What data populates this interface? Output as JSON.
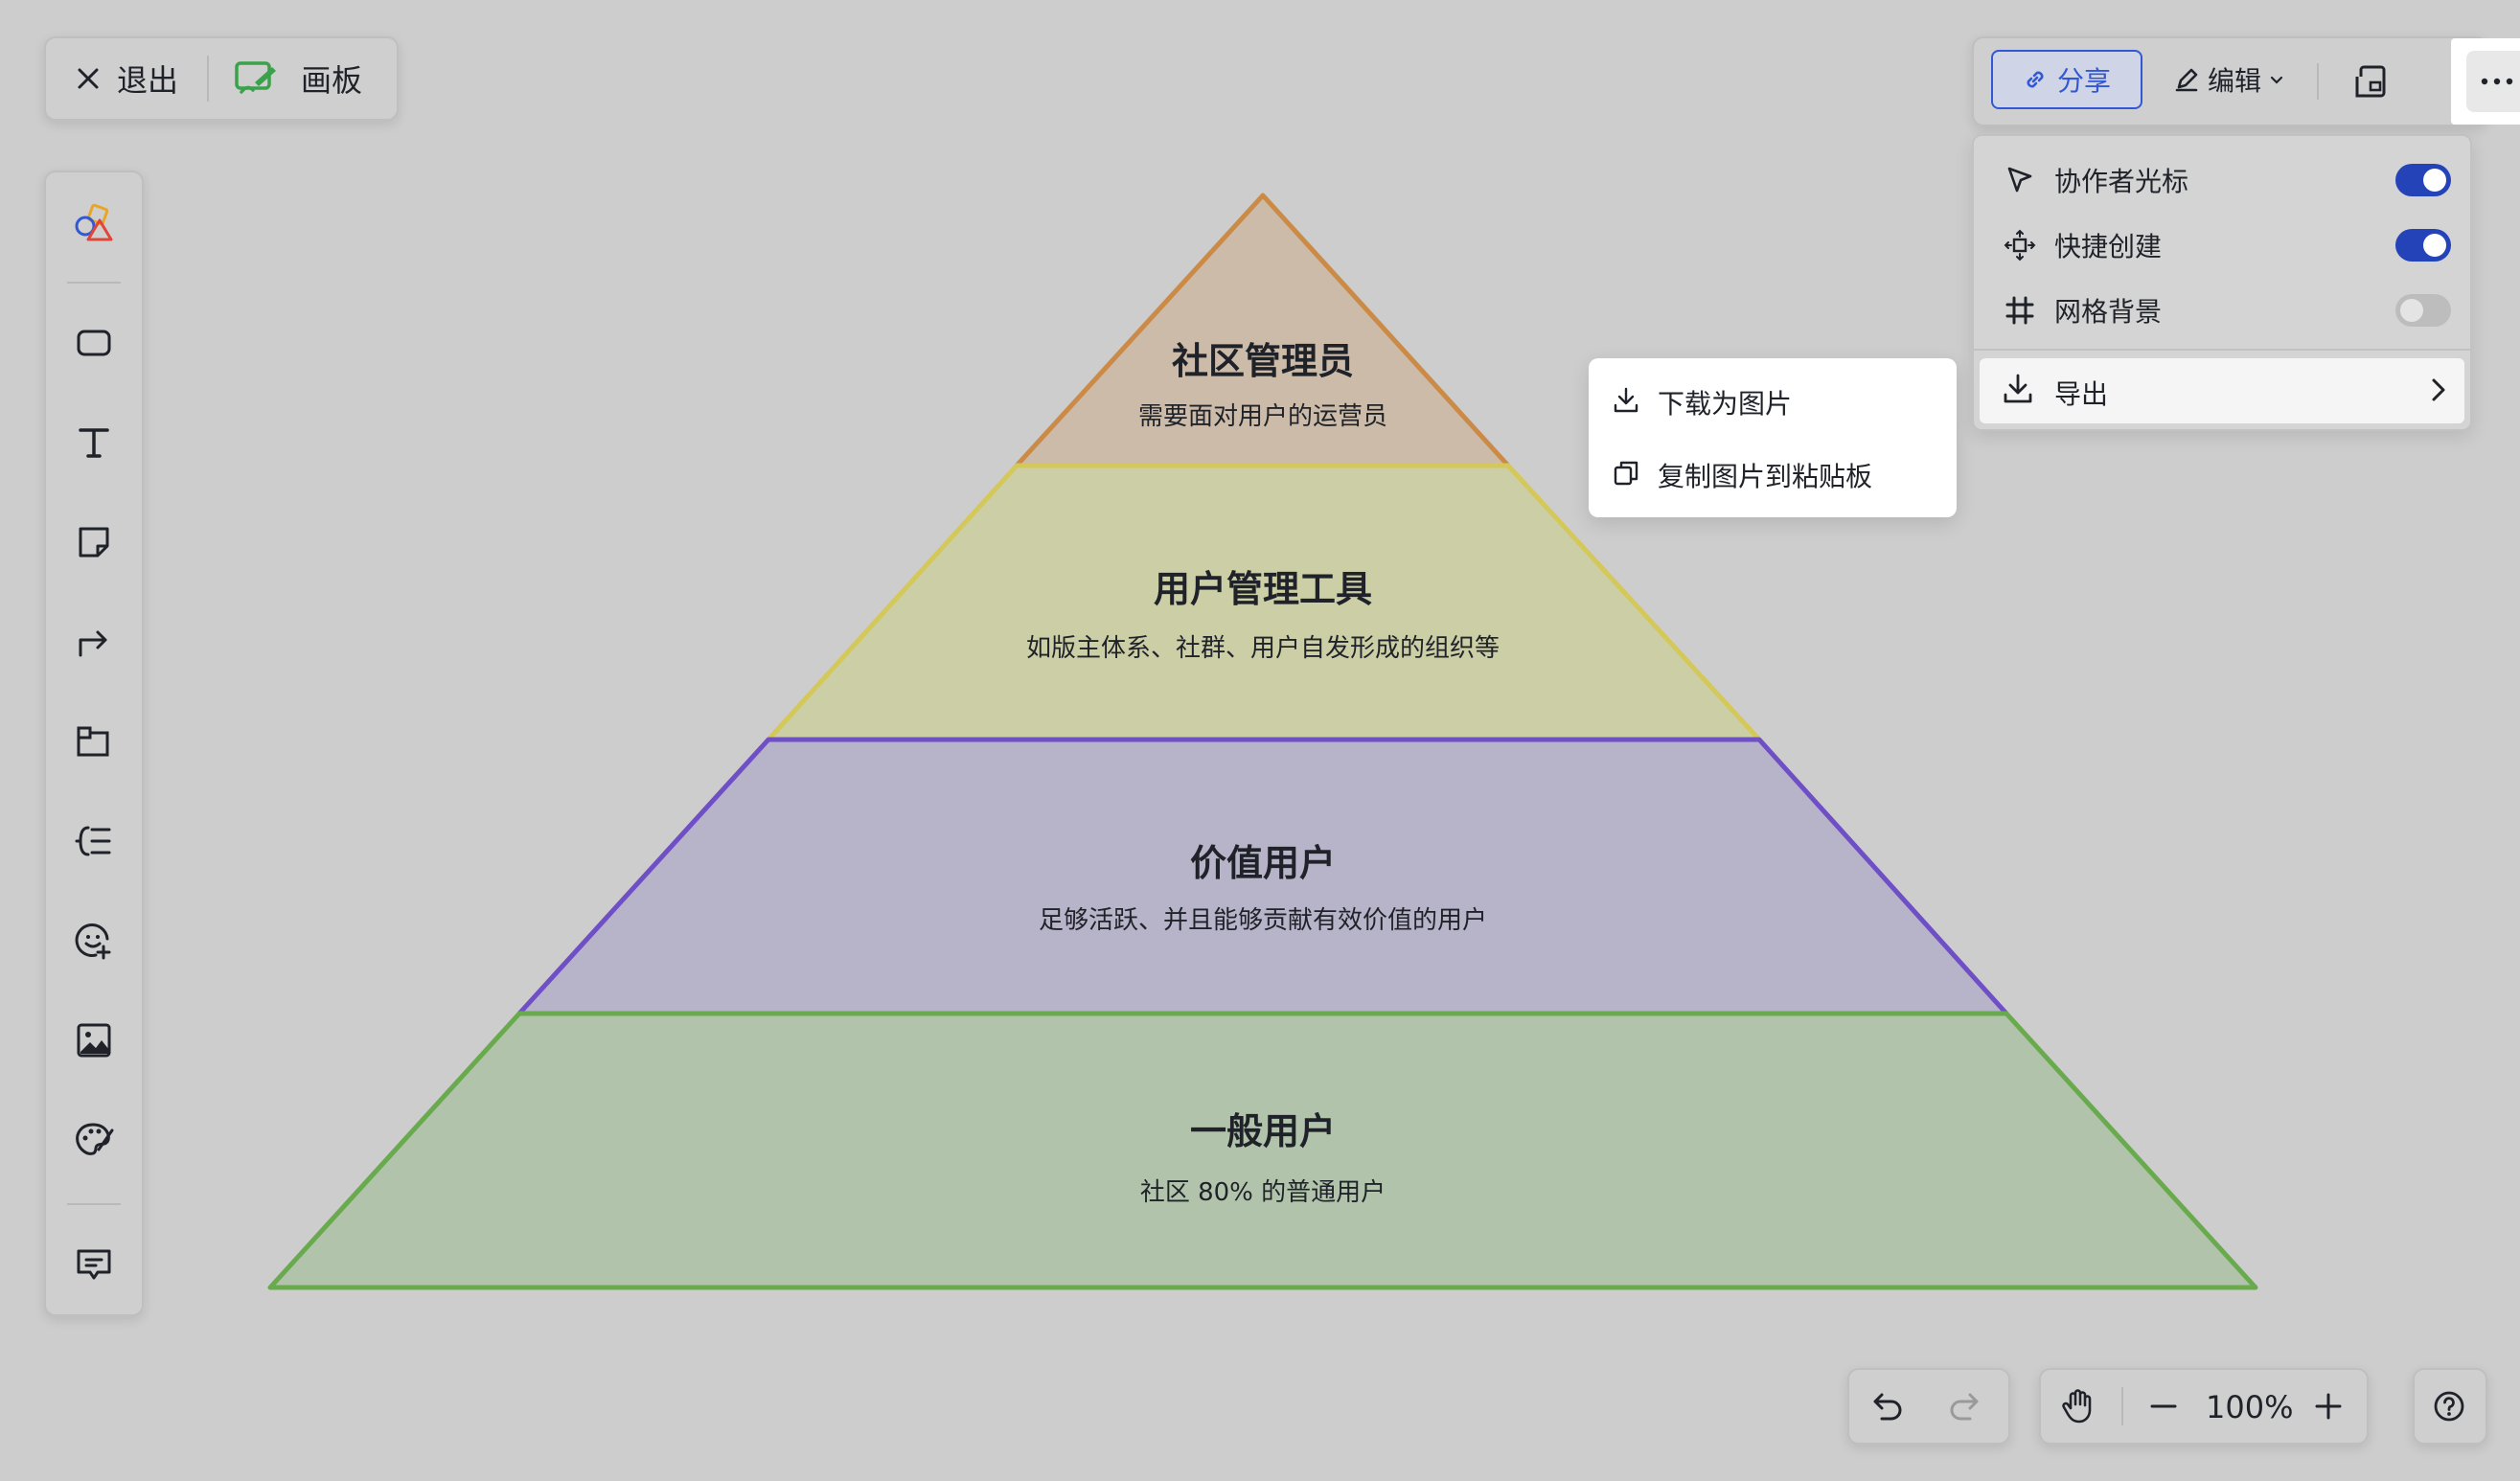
{
  "topbar": {
    "exit_label": "退出",
    "board_label": "画板"
  },
  "header_right": {
    "share_label": "分享",
    "edit_label": "编辑"
  },
  "settings_menu": {
    "collaborator_cursor": {
      "label": "协作者光标",
      "enabled": true
    },
    "quick_create": {
      "label": "快捷创建",
      "enabled": true
    },
    "grid_background": {
      "label": "网格背景",
      "enabled": false
    },
    "export": {
      "label": "导出"
    }
  },
  "export_submenu": {
    "download_image": "下载为图片",
    "copy_image": "复制图片到粘贴板"
  },
  "pyramid": {
    "layers": [
      {
        "title": "社区管理员",
        "description": "需要面对用户的运营员",
        "fill": "#ccbba8",
        "stroke": "#cc8a47"
      },
      {
        "title": "用户管理工具",
        "description": "如版主体系、社群、用户自发形成的组织等",
        "fill": "#cccea6",
        "stroke": "#d4c85a"
      },
      {
        "title": "价值用户",
        "description": "足够活跃、并且能够贡献有效价值的用户",
        "fill": "#b7b3c9",
        "stroke": "#6f4fc6"
      },
      {
        "title": "一般用户",
        "description": "社区 80% 的普通用户",
        "fill": "#b1c4ab",
        "stroke": "#6aaa4e"
      }
    ]
  },
  "zoom": {
    "level": "100%"
  },
  "colors": {
    "accent": "#3358d4",
    "toggle_on": "#2443b8",
    "board_icon": "#3aa24a"
  }
}
